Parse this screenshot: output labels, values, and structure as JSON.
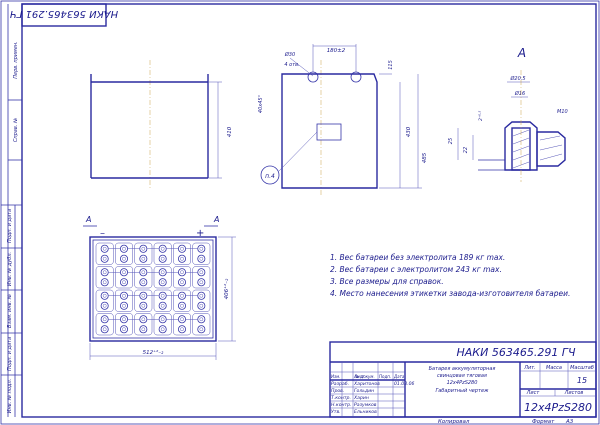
{
  "title_block": {
    "designation_top": "НАКИ 563465.291 ГЧ",
    "designation_main": "НАКИ 563465.291 ГЧ",
    "product_name_l1": "Батарея аккумуляторная",
    "product_name_l2": "свинцовая тяговая",
    "product_name_l3": "12x4PzS280",
    "doc_type": "Габаритный чертеж",
    "col_lit": "Лит.",
    "col_mass": "Масса",
    "col_scale": "Масштаб",
    "scale_value": "15",
    "col_sheet": "Лист",
    "col_sheets": "Листов",
    "bottom_code": "12x4PzS280",
    "rows": [
      {
        "role": "Изм.",
        "name": "Лист",
        "doc": "№ докум.",
        "sign": "Подп.",
        "date": "Дата"
      },
      {
        "role": "Разраб.",
        "name": "Харитонов",
        "doc": "",
        "sign": "",
        "date": "01.03.06"
      },
      {
        "role": "Пров.",
        "name": "Гольдин",
        "doc": "",
        "sign": "",
        "date": ""
      },
      {
        "role": "Т.контр.",
        "name": "Харин",
        "doc": "",
        "sign": "",
        "date": ""
      },
      {
        "role": "Н.контр.",
        "name": "Разумков",
        "doc": "",
        "sign": "",
        "date": ""
      },
      {
        "role": "Утв.",
        "name": "Ельников",
        "doc": "",
        "sign": "",
        "date": ""
      }
    ]
  },
  "footer": {
    "copied": "Копировал",
    "format": "Формат",
    "format_value": "А3"
  },
  "left_margin": {
    "labels": [
      "Перв. примен.",
      "Справ. №",
      "Подп. и дата",
      "Инв. № дубл.",
      "Взам. инв. №",
      "Подп. и дата",
      "Инв. № подл."
    ]
  },
  "notes": [
    "1. Вес батареи без электролита 189 кг max.",
    "2. Вес батареи с электролитом 243 кг max.",
    "3. Все размеры для справок.",
    "4. Место нанесения этикетки завода-изготовителя батареи."
  ],
  "dimensions": {
    "front_height": "410",
    "side_width": "180±2",
    "side_hole": "Ø30",
    "side_holes_note": "4 отв.",
    "side_top": "115",
    "side_chamfer": "40x45°",
    "side_height": "430",
    "side_height_full": "485",
    "plan_length": "512⁺²₋₂",
    "plan_width": "406⁺²₋₂",
    "detail_d1": "Ø20.5",
    "detail_d2": "Ø16",
    "detail_thread": "M10",
    "detail_h1": "25",
    "detail_h2": "22",
    "detail_small": "2⁺⁰·⁵",
    "label_p4": "п.4"
  },
  "view_labels": {
    "section_a": "А",
    "arrow_a_left": "А",
    "arrow_a_right": "А",
    "minus": "–",
    "plus": "+"
  }
}
